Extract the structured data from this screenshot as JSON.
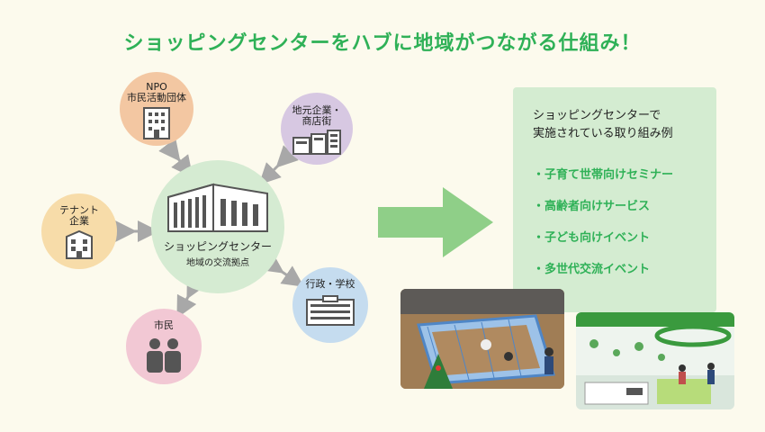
{
  "title": "ショッピングセンターをハブに地域がつながる仕組み！",
  "hub": {
    "name": "ショッピングセンター",
    "sub": "地域の交流拠点"
  },
  "nodes": {
    "npo": {
      "line1": "NPO",
      "line2": "市民活動団体"
    },
    "local_business": {
      "line1": "地元企業・",
      "line2": "商店街"
    },
    "tenant": {
      "line1": "テナント",
      "line2": "企業"
    },
    "government": {
      "line1": "行政・学校"
    },
    "citizen": {
      "line1": "市民"
    }
  },
  "panel": {
    "title_line1": "ショッピングセンターで",
    "title_line2": "実施されている取り組み例",
    "items": [
      "・子育て世帯向けセミナー",
      "・高齢者向けサービス",
      "・子ども向けイベント",
      "・多世代交流イベント"
    ]
  },
  "colors": {
    "title": "#2fb157",
    "hub": "#d5ebd2",
    "npo": "#f3c7a2",
    "local_business": "#d7c8e2",
    "tenant": "#f7dca9",
    "government": "#c5dcef",
    "citizen": "#f2c8d4",
    "arrow": "#8fcf88",
    "panel": "#d4ecd1"
  },
  "photos": [
    {
      "name": "event-pen-photo"
    },
    {
      "name": "kids-area-photo"
    }
  ]
}
